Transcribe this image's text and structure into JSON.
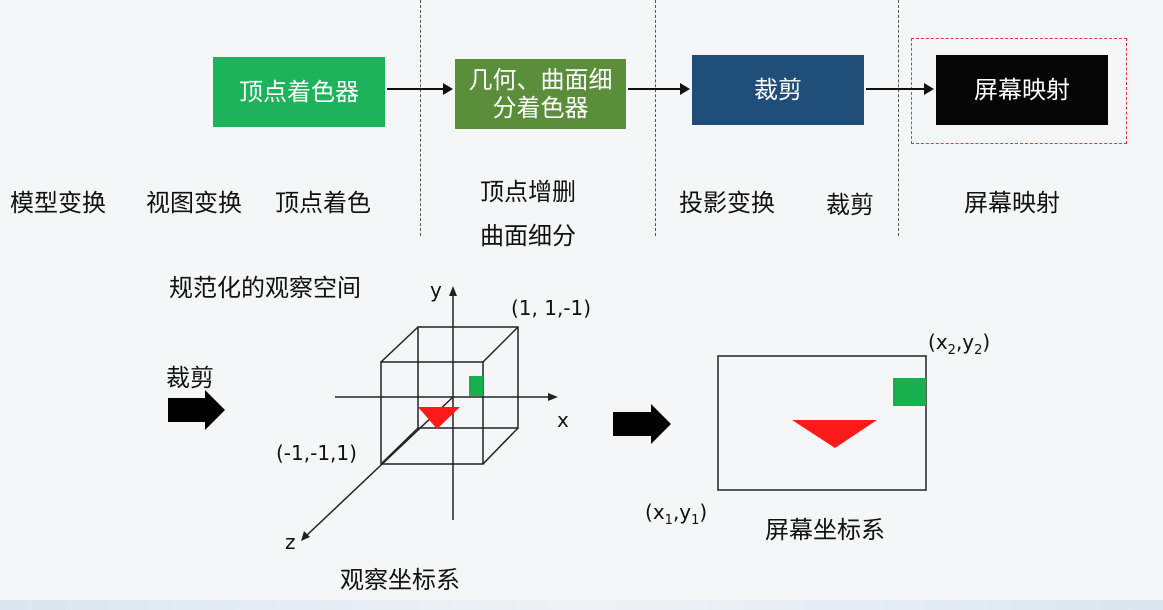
{
  "pipeline": {
    "stage1": "顶点着色器",
    "stage2": "几何、曲面细分着色器",
    "stage3": "裁剪",
    "stage4": "屏幕映射"
  },
  "steps": {
    "model_transform": "模型变换",
    "view_transform": "视图变换",
    "vertex_shading": "顶点着色",
    "vertex_add_delete": "顶点增删",
    "tessellation": "曲面细分",
    "projection": "投影变换",
    "clipping": "裁剪",
    "screen_mapping": "屏幕映射"
  },
  "diagram": {
    "normalized_space": "规范化的观察空间",
    "clip_label": "裁剪",
    "axis_y": "y",
    "axis_x": "x",
    "axis_z": "z",
    "corner_max": "(1, 1,-1)",
    "corner_min": "(-1,-1,1)",
    "view_coords": "观察坐标系",
    "screen_coords": "屏幕坐标系",
    "x1": "x",
    "y1": "y",
    "sub1": "1",
    "x2": "x",
    "y2": "y",
    "sub2": "2"
  },
  "colors": {
    "vertex_shader": "#1db35a",
    "geometry_shader": "#5b8e3a",
    "clipping": "#1f4e79",
    "screen_mapping": "#050505",
    "triangle": "#ff1a1a",
    "square": "#17b04c"
  }
}
